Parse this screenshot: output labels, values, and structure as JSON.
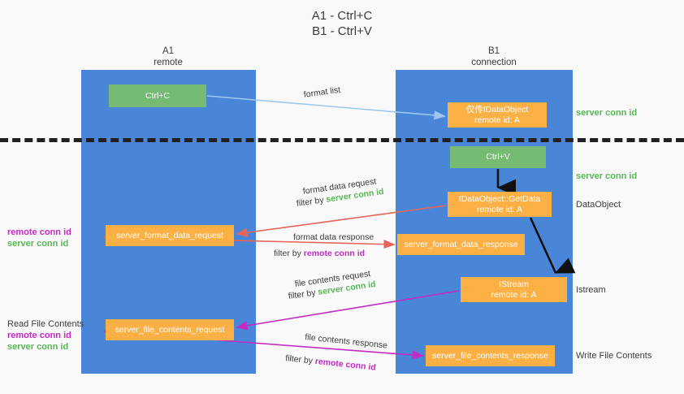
{
  "title": "A1 - Ctrl+C\nB1 - Ctrl+V",
  "columns": {
    "left": {
      "name": "A1",
      "sub": "remote",
      "header": "A1\nremote"
    },
    "right": {
      "name": "B1",
      "sub": "connection",
      "header": "B1\nconnection"
    }
  },
  "boxes": {
    "ctrl_c": "Ctrl+C",
    "idataobject": "仅传IDataObject\nremote id: A",
    "ctrl_v": "Ctrl+V",
    "getdata": "IDataObject::GetData\nremote id: A",
    "server_format_data_request": "server_format_data_request",
    "server_format_data_response": "server_format_data_response",
    "istream": "IStream\nremote id: A",
    "server_file_contents_request": "server_file_contents_request",
    "server_file_contents_response": "server_file_contents_response"
  },
  "right_notes": {
    "server_conn_id_top": "server conn id",
    "server_conn_id_mid": "server conn id",
    "dataobject": "DataObject",
    "istream": "Istream",
    "write_file_contents": "Write File Contents"
  },
  "left_notes": {
    "format_remote": "remote conn id",
    "format_server": "server conn id",
    "read_file_contents": "Read File Contents",
    "file_remote": "remote conn id",
    "file_server": "server conn id"
  },
  "arrow_labels": {
    "format_list": "format list",
    "format_data_request": "format data request",
    "format_data_request_filter_prefix": "filter by ",
    "format_data_request_filter_value": "server conn id",
    "format_data_response": "format data response",
    "format_data_response_filter_prefix": "filter by ",
    "format_data_response_filter_value": "remote conn id",
    "file_contents_request": "file contents request",
    "file_contents_request_filter_prefix": "filter by ",
    "file_contents_request_filter_value": "server conn id",
    "file_contents_response": "file contents response",
    "file_contents_response_filter_prefix": "filter by ",
    "file_contents_response_filter_value": "remote conn id"
  },
  "colors": {
    "lane_blue": "#4a86d8",
    "box_green": "#76bb74",
    "box_orange": "#fbb045",
    "conn_green": "#58b558",
    "conn_magenta": "#c42ac4",
    "arrow_lightblue": "#9dc8ee",
    "arrow_red": "#e8645a",
    "arrow_magenta": "#c42ac4",
    "arrow_black": "#111111",
    "background": "#f9f9f9"
  }
}
